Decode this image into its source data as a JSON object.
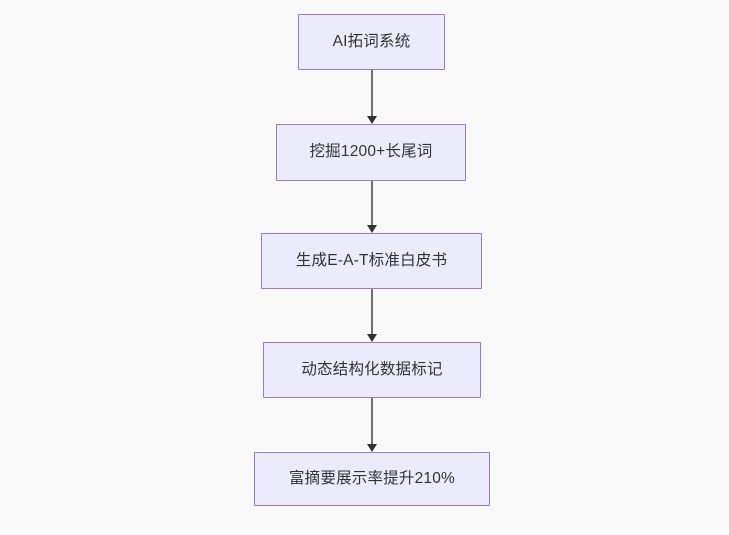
{
  "diagram": {
    "title": "AI SEO content pipeline flowchart",
    "orientation": "top-to-bottom",
    "background_color": "#f9f9f9",
    "node_fill_color": "#ecebfc",
    "node_border_color": "#9a7ad1",
    "node_text_color": "#333333",
    "edge_color": "#6e6e6e",
    "arrowhead_color": "#333333",
    "nodes": [
      {
        "id": "n0",
        "label": "AI拓词系统"
      },
      {
        "id": "n1",
        "label": "挖掘1200+长尾词"
      },
      {
        "id": "n2",
        "label": "生成E-A-T标准白皮书"
      },
      {
        "id": "n3",
        "label": "动态结构化数据标记"
      },
      {
        "id": "n4",
        "label": "富摘要展示率提升210%"
      }
    ],
    "edges": [
      {
        "id": "e0",
        "from": "n0",
        "to": "n1",
        "arrow": "arrow-down-icon"
      },
      {
        "id": "e1",
        "from": "n1",
        "to": "n2",
        "arrow": "arrow-down-icon"
      },
      {
        "id": "e2",
        "from": "n2",
        "to": "n3",
        "arrow": "arrow-down-icon"
      },
      {
        "id": "e3",
        "from": "n3",
        "to": "n4",
        "arrow": "arrow-down-icon"
      }
    ]
  }
}
